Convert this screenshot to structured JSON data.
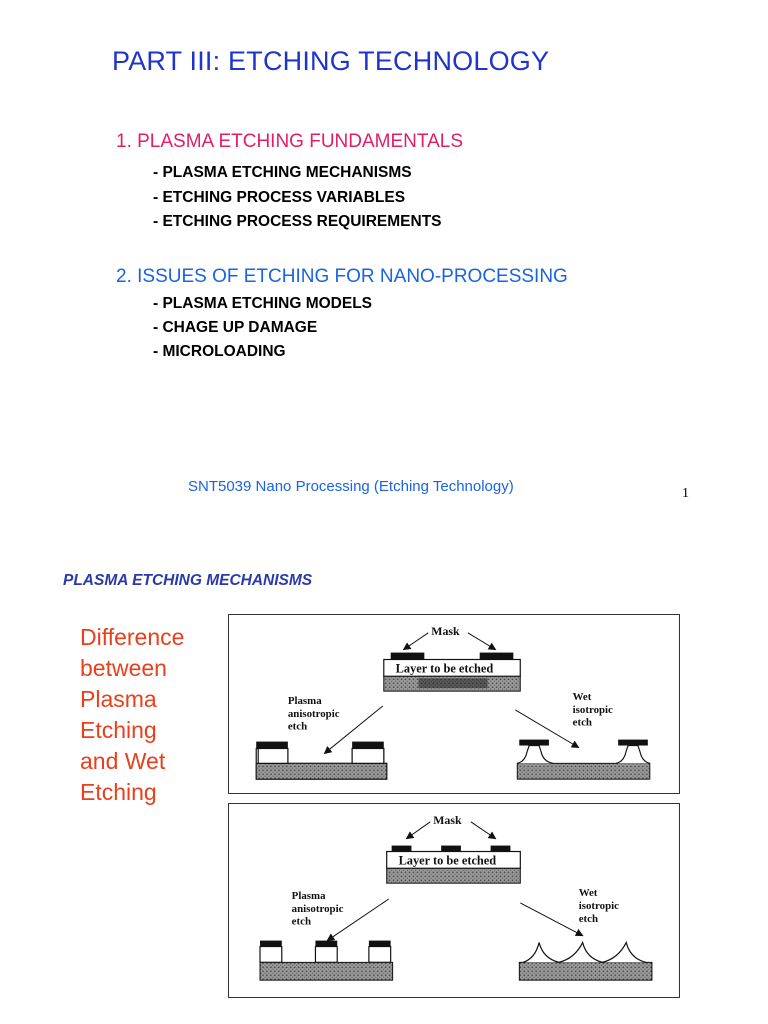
{
  "slide1": {
    "title": "PART III: ETCHING TECHNOLOGY",
    "section1": {
      "heading": "1. PLASMA ETCHING FUNDAMENTALS",
      "items": [
        "- PLASMA ETCHING MECHANISMS",
        "- ETCHING PROCESS VARIABLES",
        "- ETCHING PROCESS REQUIREMENTS"
      ]
    },
    "section2": {
      "heading": "2. ISSUES OF ETCHING FOR NANO-PROCESSING",
      "items": [
        "- PLASMA ETCHING MODELS",
        "- CHAGE UP DAMAGE",
        "- MICROLOADING"
      ]
    },
    "footer": "SNT5039 Nano Processing (Etching Technology)",
    "page_number": "1"
  },
  "slide2": {
    "heading": "PLASMA ETCHING MECHANISMS",
    "difference_lines": [
      "Difference",
      "between",
      "Plasma",
      "Etching",
      "and Wet",
      "Etching"
    ],
    "figure_top": {
      "mask": "Mask",
      "layer": "Layer to be etched",
      "plasma_lines": [
        "Plasma",
        "anisotropic",
        "etch"
      ],
      "wet_lines": [
        "Wet",
        "isotropic",
        "etch"
      ]
    },
    "figure_bottom": {
      "mask": "Mask",
      "layer": "Layer to be etched",
      "plasma_lines": [
        "Plasma",
        "anisotropic",
        "etch"
      ],
      "wet_lines": [
        "Wet",
        "isotropic",
        "etch"
      ]
    }
  },
  "colors": {
    "title_blue": "#1f34c8",
    "section1_pink": "#e01e69",
    "section2_blue": "#1a64e0",
    "difference_orange": "#e8401c",
    "italic_heading": "#2a3aa8"
  }
}
